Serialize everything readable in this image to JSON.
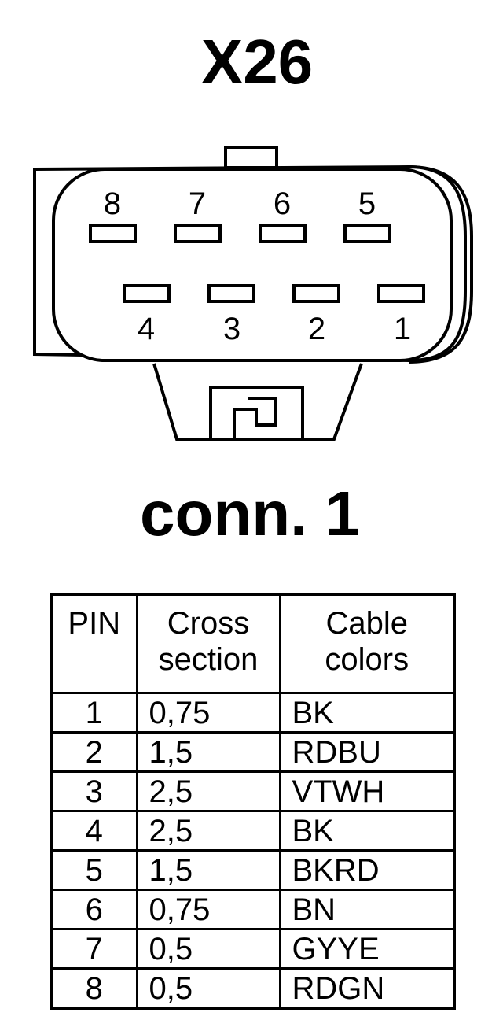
{
  "connector": {
    "title": "X26",
    "caption": "conn. 1",
    "top_row_pins": [
      "8",
      "7",
      "6",
      "5"
    ],
    "bottom_row_pins": [
      "4",
      "3",
      "2",
      "1"
    ]
  },
  "table": {
    "headers": {
      "pin": "PIN",
      "cross_section": [
        "Cross",
        "section"
      ],
      "cable_colors": [
        "Cable",
        "colors"
      ]
    },
    "rows": [
      {
        "pin": "1",
        "cross_section": "0,75",
        "color": "BK"
      },
      {
        "pin": "2",
        "cross_section": "1,5",
        "color": "RDBU"
      },
      {
        "pin": "3",
        "cross_section": "2,5",
        "color": "VTWH"
      },
      {
        "pin": "4",
        "cross_section": "2,5",
        "color": "BK"
      },
      {
        "pin": "5",
        "cross_section": "1,5",
        "color": "BKRD"
      },
      {
        "pin": "6",
        "cross_section": "0,75",
        "color": "BN"
      },
      {
        "pin": "7",
        "cross_section": "0,5",
        "color": "GYYE"
      },
      {
        "pin": "8",
        "cross_section": "0,5",
        "color": "RDGN"
      }
    ]
  }
}
